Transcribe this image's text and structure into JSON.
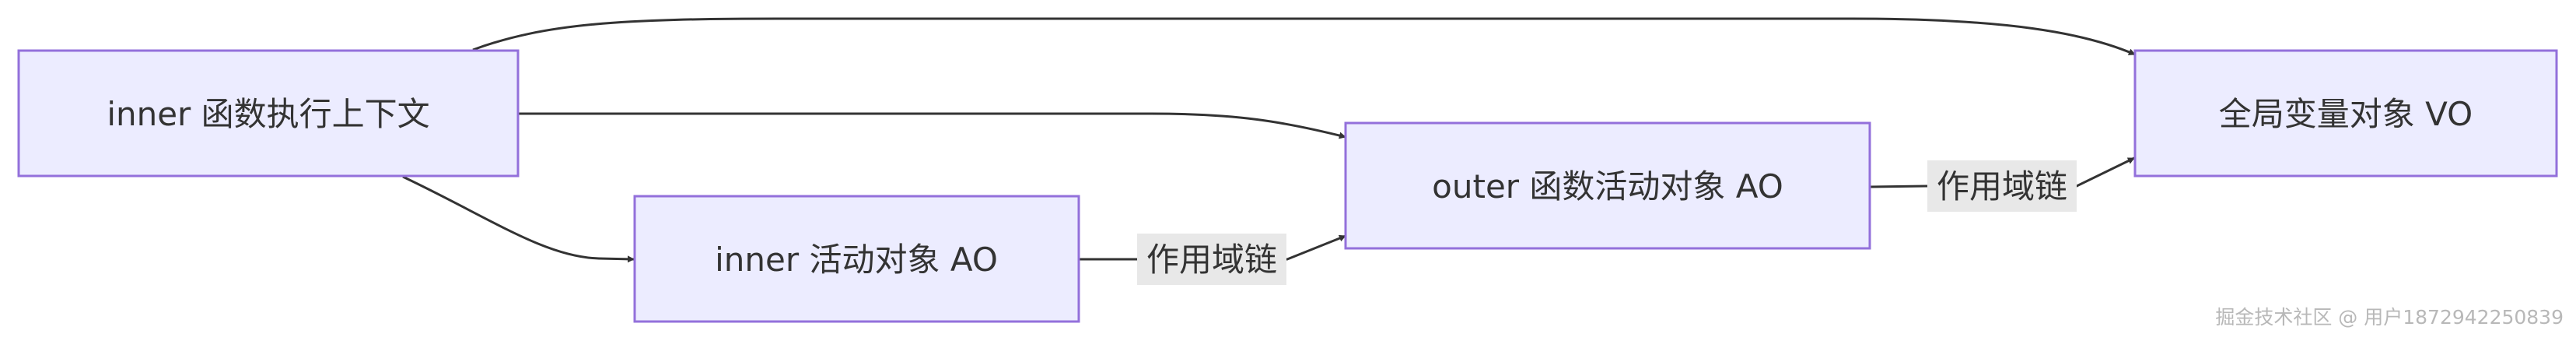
{
  "nodes": {
    "inner_ctx": {
      "label": "inner 函数执行上下文"
    },
    "inner_ao": {
      "label": "inner 活动对象 AO"
    },
    "outer_ao": {
      "label": "outer 函数活动对象 AO"
    },
    "global_vo": {
      "label": "全局变量对象 VO"
    }
  },
  "edges": {
    "inner_ao_to_outer_ao": {
      "label": "作用域链"
    },
    "outer_ao_to_global_vo": {
      "label": "作用域链"
    }
  },
  "watermark": "掘金技术社区 @ 用户1872942250839",
  "colors": {
    "node_fill": "#ECECFF",
    "node_stroke": "#9370DB",
    "edge": "#333333",
    "edge_label_bg": "#e8e8e8",
    "text": "#333333"
  }
}
